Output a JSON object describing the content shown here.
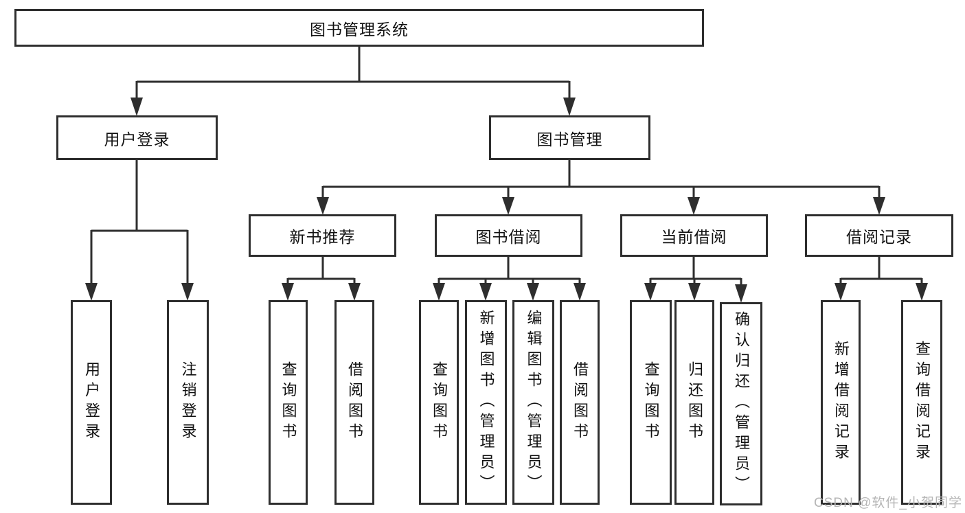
{
  "nodes": {
    "root": "图书管理系统",
    "level2": {
      "user_login": "用户登录",
      "book_mgmt": "图书管理"
    },
    "level3": {
      "new_book_rec": "新书推荐",
      "book_borrow": "图书借阅",
      "current_borrow": "当前借阅",
      "borrow_records": "借阅记录"
    },
    "leaves": {
      "user_login": "用户登录",
      "logout": "注销登录",
      "nb_query_book": "查询图书",
      "nb_borrow_book": "借阅图书",
      "bb_query_book": "查询图书",
      "bb_add_book": "新增图书（管理员）",
      "bb_edit_book": "编辑图书（管理员）",
      "bb_borrow_book": "借阅图书",
      "cb_query_book": "查询图书",
      "cb_return_book": "归还图书",
      "cb_confirm_return": "确认归还（管理员）",
      "br_add_record": "新增借阅记录",
      "br_query_record": "查询借阅记录"
    }
  },
  "watermark": "CSDN @软件_小贺同学",
  "colors": {
    "line": "#2e2e2e",
    "text": "#111111",
    "watermark": "#b5b5b5",
    "background": "#ffffff"
  }
}
